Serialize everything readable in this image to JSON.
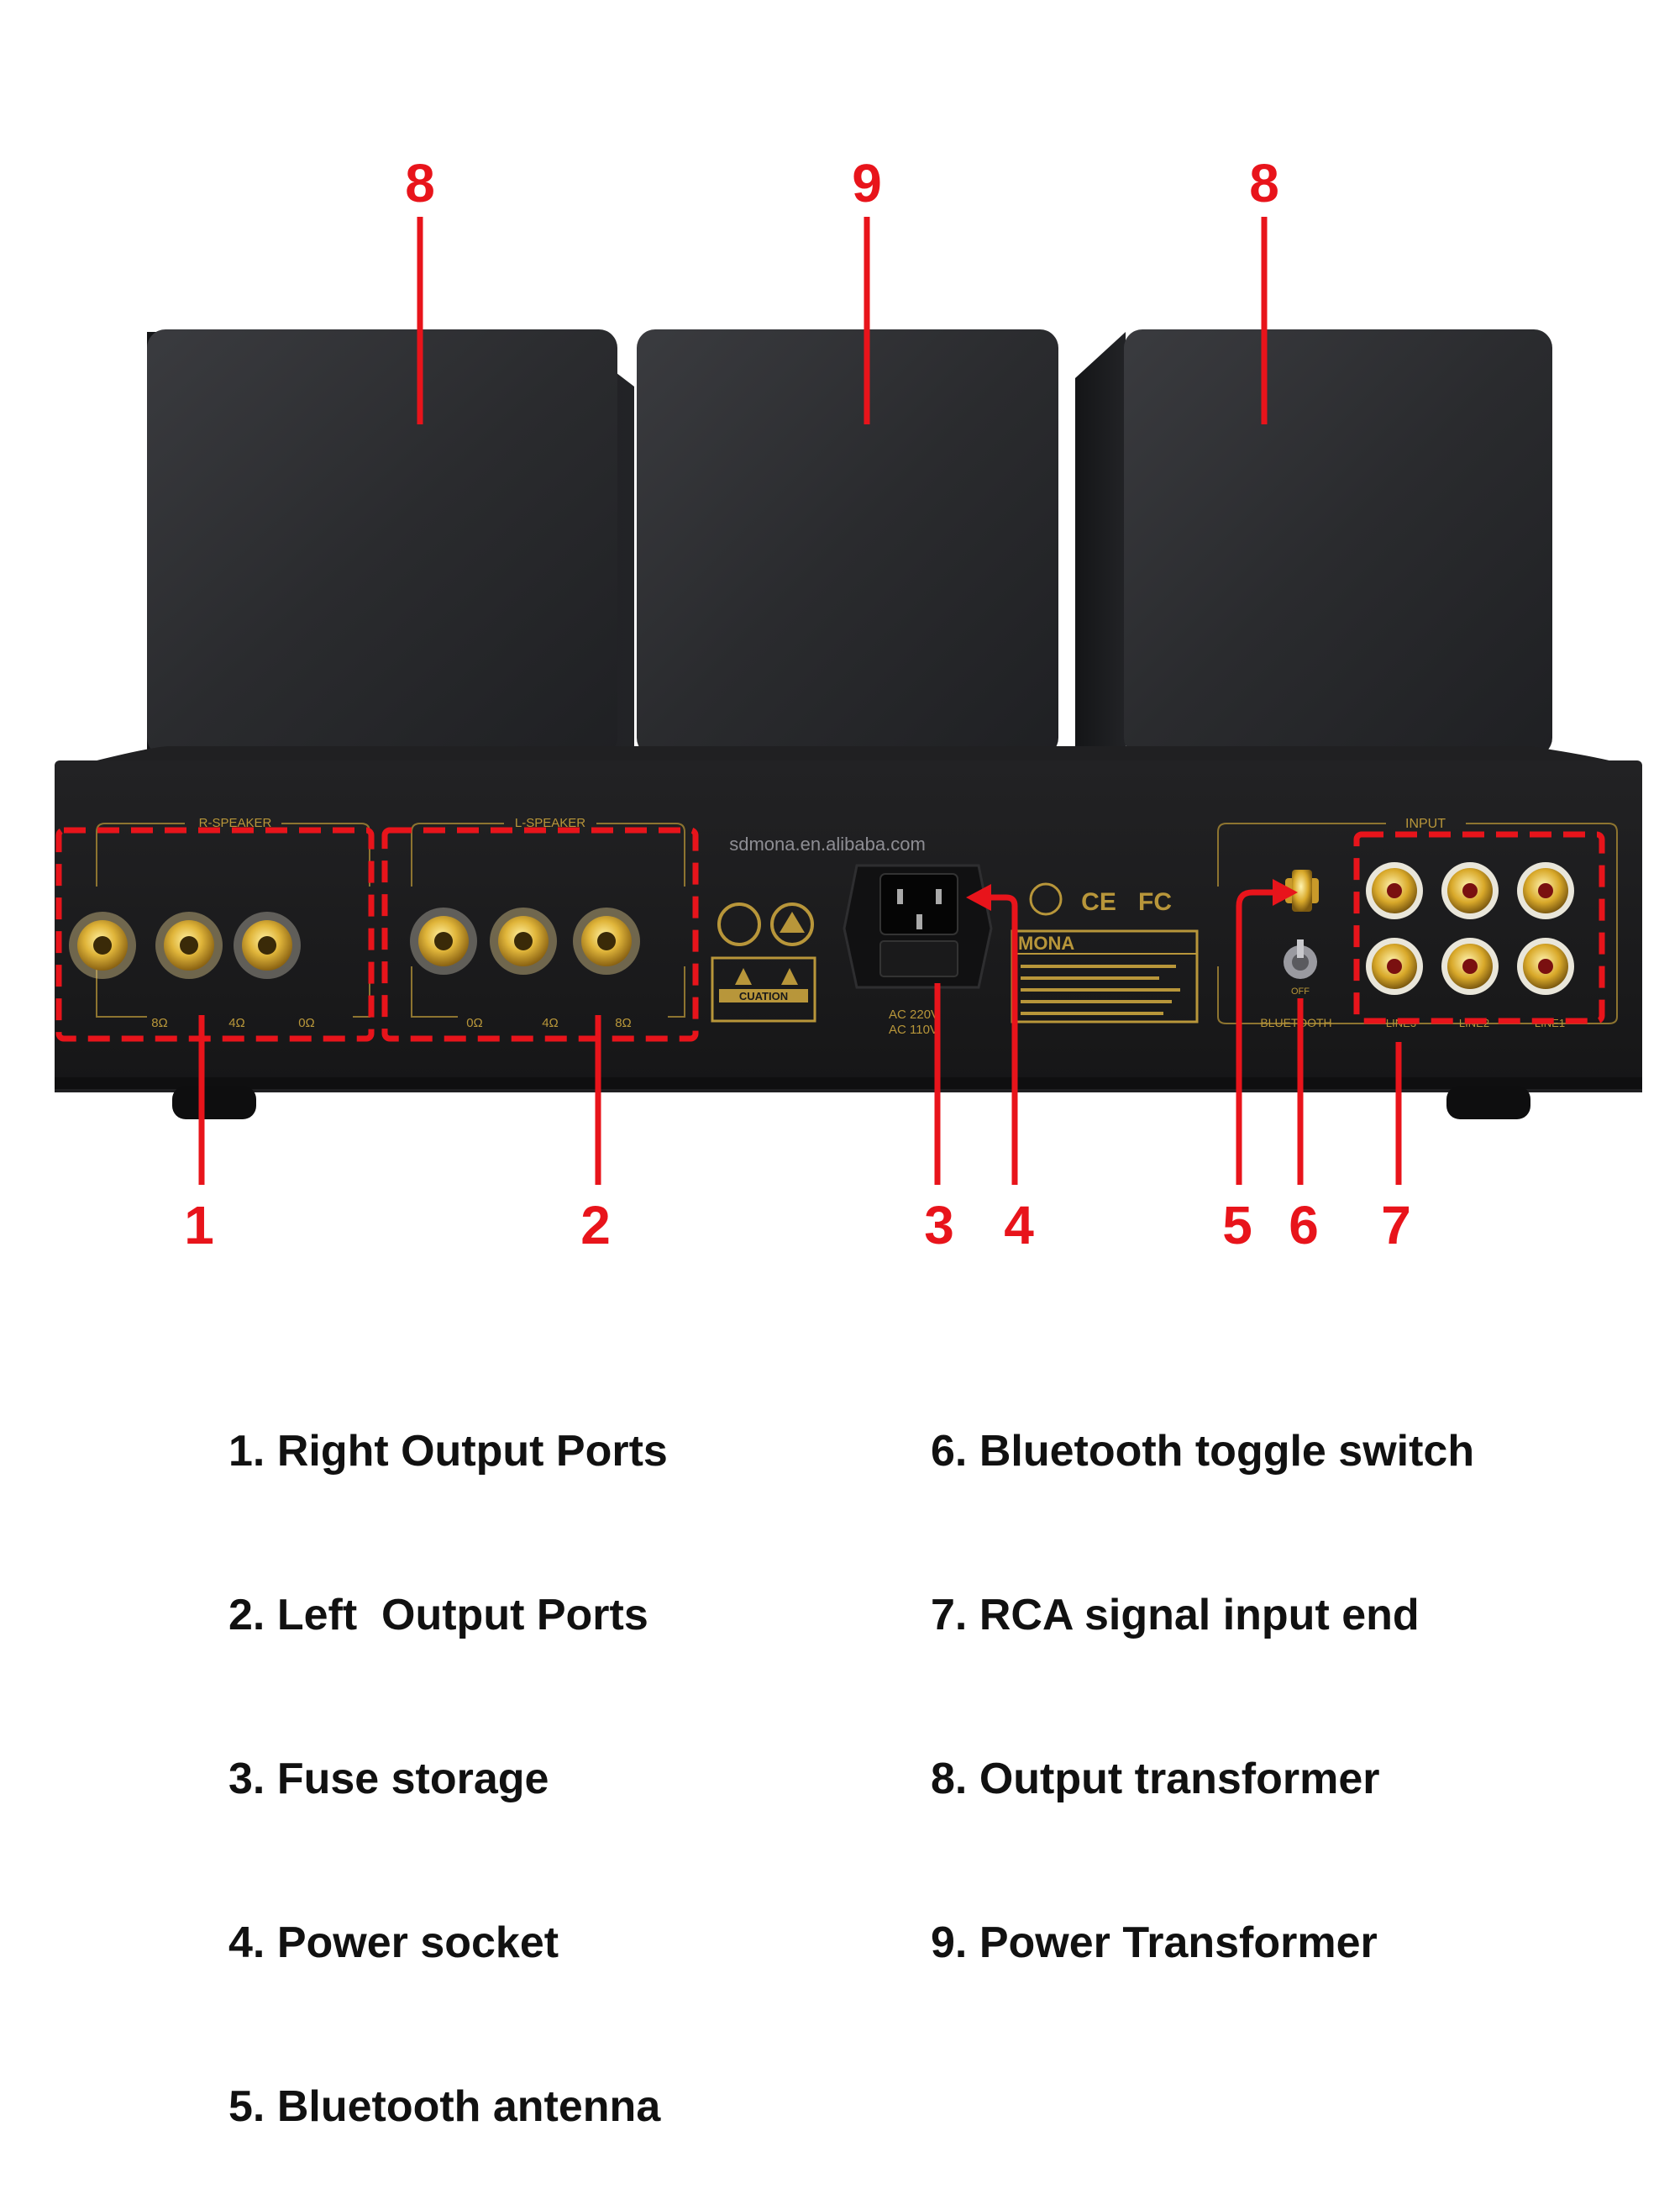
{
  "callout_numbers": {
    "n1": "1",
    "n2": "2",
    "n3": "3",
    "n4": "4",
    "n5": "5",
    "n6": "6",
    "n7": "7",
    "n8_left": "8",
    "n9": "9",
    "n8_right": "8"
  },
  "panel_labels": {
    "watermark": "sdmona.en.alibaba.com",
    "r_speaker": "R-SPEAKER",
    "l_speaker": "L-SPEAKER",
    "r_imp_8": "8Ω",
    "r_imp_4": "4Ω",
    "r_imp_0": "0Ω",
    "l_imp_0": "0Ω",
    "l_imp_4": "4Ω",
    "l_imp_8": "8Ω",
    "input": "INPUT",
    "bluetooth": "BLUETOOTH",
    "off": "OFF",
    "line3": "LINE3",
    "line2": "LINE2",
    "line1": "LINE1",
    "caution": "CUATION",
    "ac220": "AC 220V",
    "ac110": "AC 110V",
    "brand": "MONA",
    "ce": "CE",
    "fc": "FC"
  },
  "legend": {
    "left": [
      "1. Right Output Ports",
      "2. Left  Output Ports",
      "3. Fuse storage",
      "4. Power socket",
      "5. Bluetooth antenna"
    ],
    "right": [
      "6. Bluetooth toggle switch",
      "7. RCA signal input end",
      "8. Output transformer",
      "9. Power Transformer"
    ]
  },
  "colors": {
    "callout_red": "#e8141b",
    "chassis": "#1c1c1e",
    "transformer": "#2b2c2f",
    "gold_print": "#b8963a"
  }
}
